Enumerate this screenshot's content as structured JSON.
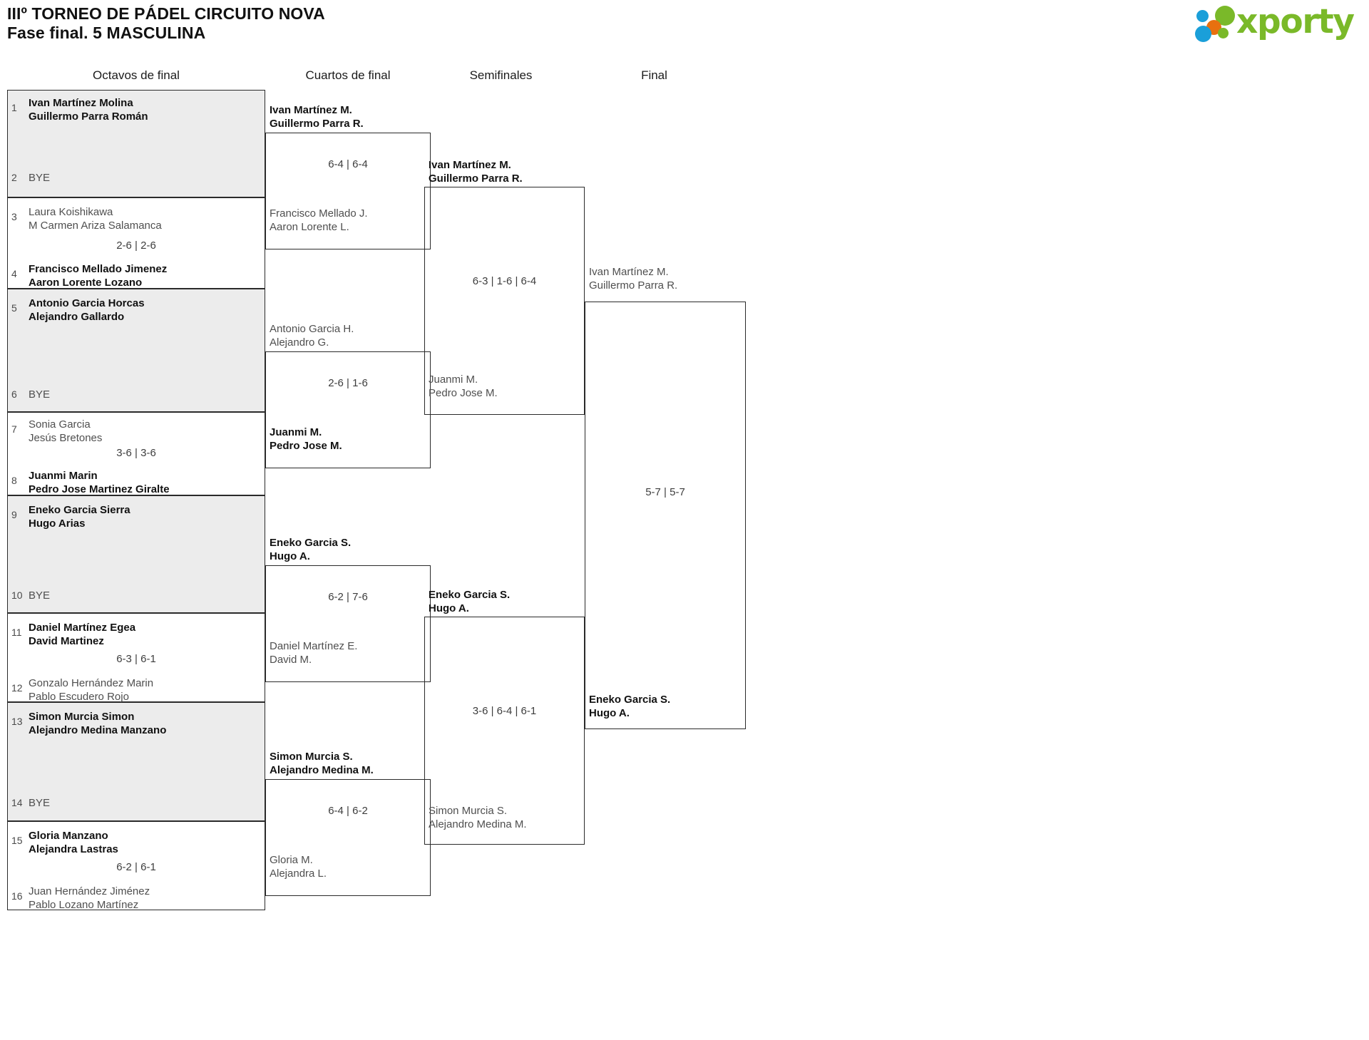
{
  "header": {
    "title_line1": "IIIº TORNEO DE PÁDEL CIRCUITO NOVA",
    "title_line2": "Fase final. 5 MASCULINA",
    "logo_text": "xporty",
    "logo_colors": {
      "green": "#7ab929",
      "blue": "#1a9fd9",
      "orange": "#e8700f"
    }
  },
  "rounds": [
    {
      "label": "Octavos de final"
    },
    {
      "label": "Cuartos de final"
    },
    {
      "label": "Semifinales"
    },
    {
      "label": "Final"
    }
  ],
  "round1": [
    {
      "shaded": true,
      "score": "",
      "top": {
        "seed": "1",
        "line1": "Ivan Martínez Molina",
        "line2": "Guillermo Parra Román",
        "result": "winner"
      },
      "bottom": {
        "seed": "2",
        "line1": "BYE",
        "line2": "",
        "result": "bye"
      }
    },
    {
      "shaded": false,
      "score": "2-6 | 2-6",
      "top": {
        "seed": "3",
        "line1": "Laura Koishikawa",
        "line2": "M Carmen Ariza Salamanca",
        "result": "loser"
      },
      "bottom": {
        "seed": "4",
        "line1": "Francisco Mellado Jimenez",
        "line2": "Aaron Lorente Lozano",
        "result": "winner"
      }
    },
    {
      "shaded": true,
      "score": "",
      "top": {
        "seed": "5",
        "line1": "Antonio Garcia Horcas",
        "line2": "Alejandro Gallardo",
        "result": "winner"
      },
      "bottom": {
        "seed": "6",
        "line1": "BYE",
        "line2": "",
        "result": "bye"
      }
    },
    {
      "shaded": false,
      "score": "3-6 | 3-6",
      "top": {
        "seed": "7",
        "line1": "Sonia Garcia",
        "line2": "Jesús Bretones",
        "result": "loser"
      },
      "bottom": {
        "seed": "8",
        "line1": "Juanmi Marin",
        "line2": "Pedro Jose Martinez Giralte",
        "result": "winner"
      }
    },
    {
      "shaded": true,
      "score": "",
      "top": {
        "seed": "9",
        "line1": "Eneko Garcia Sierra",
        "line2": "Hugo Arias",
        "result": "winner"
      },
      "bottom": {
        "seed": "10",
        "line1": "BYE",
        "line2": "",
        "result": "bye"
      }
    },
    {
      "shaded": false,
      "score": "6-3 | 6-1",
      "top": {
        "seed": "11",
        "line1": "Daniel Martínez Egea",
        "line2": "David Martinez",
        "result": "winner"
      },
      "bottom": {
        "seed": "12",
        "line1": "Gonzalo Hernández Marin",
        "line2": "Pablo Escudero Rojo",
        "result": "loser"
      }
    },
    {
      "shaded": true,
      "score": "",
      "top": {
        "seed": "13",
        "line1": "Simon Murcia Simon",
        "line2": "Alejandro Medina Manzano",
        "result": "winner"
      },
      "bottom": {
        "seed": "14",
        "line1": "BYE",
        "line2": "",
        "result": "bye"
      }
    },
    {
      "shaded": false,
      "score": "6-2 | 6-1",
      "top": {
        "seed": "15",
        "line1": "Gloria Manzano",
        "line2": "Alejandra Lastras",
        "result": "winner"
      },
      "bottom": {
        "seed": "16",
        "line1": "Juan Hernández Jiménez",
        "line2": "Pablo Lozano Martínez",
        "result": "loser"
      }
    }
  ],
  "round2": [
    {
      "score": "6-4 | 6-4",
      "top": {
        "line1": "Ivan Martínez M.",
        "line2": "Guillermo Parra R.",
        "result": "winner"
      },
      "bottom": {
        "line1": "Francisco Mellado J.",
        "line2": "Aaron Lorente L.",
        "result": "loser"
      }
    },
    {
      "score": "2-6 | 1-6",
      "top": {
        "line1": "Antonio Garcia H.",
        "line2": "Alejandro G.",
        "result": "loser"
      },
      "bottom": {
        "line1": "Juanmi M.",
        "line2": "Pedro Jose M.",
        "result": "winner"
      }
    },
    {
      "score": "6-2 | 7-6",
      "top": {
        "line1": "Eneko Garcia S.",
        "line2": "Hugo A.",
        "result": "winner"
      },
      "bottom": {
        "line1": "Daniel Martínez E.",
        "line2": "David M.",
        "result": "loser"
      }
    },
    {
      "score": "6-4 | 6-2",
      "top": {
        "line1": "Simon Murcia S.",
        "line2": "Alejandro Medina M.",
        "result": "winner"
      },
      "bottom": {
        "line1": "Gloria M.",
        "line2": "Alejandra L.",
        "result": "loser"
      }
    }
  ],
  "round3": [
    {
      "score": "6-3 | 1-6 | 6-4",
      "top": {
        "line1": "Ivan Martínez M.",
        "line2": "Guillermo Parra R.",
        "result": "winner"
      },
      "bottom": {
        "line1": "Juanmi M.",
        "line2": "Pedro Jose M.",
        "result": "loser"
      }
    },
    {
      "score": "3-6 | 6-4 | 6-1",
      "top": {
        "line1": "Eneko Garcia S.",
        "line2": "Hugo A.",
        "result": "winner"
      },
      "bottom": {
        "line1": "Simon Murcia S.",
        "line2": "Alejandro Medina M.",
        "result": "loser"
      }
    }
  ],
  "round4": [
    {
      "score": "5-7 | 5-7",
      "top": {
        "line1": "Ivan Martínez M.",
        "line2": "Guillermo Parra R.",
        "result": "loser"
      },
      "bottom": {
        "line1": "Eneko Garcia S.",
        "line2": "Hugo A.",
        "result": "winner"
      }
    }
  ]
}
